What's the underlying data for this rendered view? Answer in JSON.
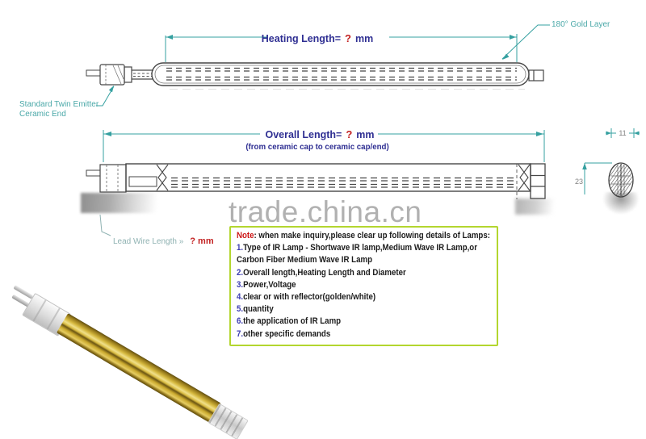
{
  "colors": {
    "dimension_line": "#35a0a0",
    "dim_text": "#2e2e92",
    "question_mark": "#c32222",
    "teal_label": "#4aa8a8",
    "note_border": "#b3d62f",
    "note_number": "#3b3bb0",
    "note_red": "#cc1414",
    "watermark_gray": "#9e9e9e",
    "gold": "#d6b93f"
  },
  "top_diagram": {
    "heating_dim": {
      "label": "Heating Length=",
      "value": "?",
      "unit": "mm"
    },
    "gold_layer_label": "180° Gold Layer",
    "ceramic_end_label": {
      "line1": "Standard Twin Emitter",
      "line2": "Ceramic End"
    }
  },
  "middle_diagram": {
    "overall_dim": {
      "label": "Overall Length=",
      "value": "?",
      "unit": "mm",
      "subnote": "(from ceramic cap to ceramic cap/end)"
    },
    "lead_wire_dim": {
      "label": "Lead Wire Length »",
      "value": "? mm"
    },
    "cross_section": {
      "width_dim": "11",
      "height_dim": "23"
    }
  },
  "watermark": "trade.china.cn",
  "note_box": {
    "heading_prefix": "Note",
    "heading_rest": ": when make inquiry,please clear up following details of Lamps:",
    "items": [
      {
        "num": "1.",
        "text": "Type of IR Lamp - Shortwave IR lamp,Medium Wave IR Lamp,or"
      },
      {
        "num": "",
        "text": "Carbon Fiber Medium Wave IR Lamp"
      },
      {
        "num": "2.",
        "text": "Overall length,Heating Length and Diameter"
      },
      {
        "num": "3.",
        "text": "Power,Voltage"
      },
      {
        "num": "4.",
        "text": "clear or with reflector(golden/white)"
      },
      {
        "num": "5.",
        "text": "quantity"
      },
      {
        "num": "6.",
        "text": "the application of IR Lamp"
      },
      {
        "num": "7.",
        "text": "other specific demands"
      }
    ]
  }
}
